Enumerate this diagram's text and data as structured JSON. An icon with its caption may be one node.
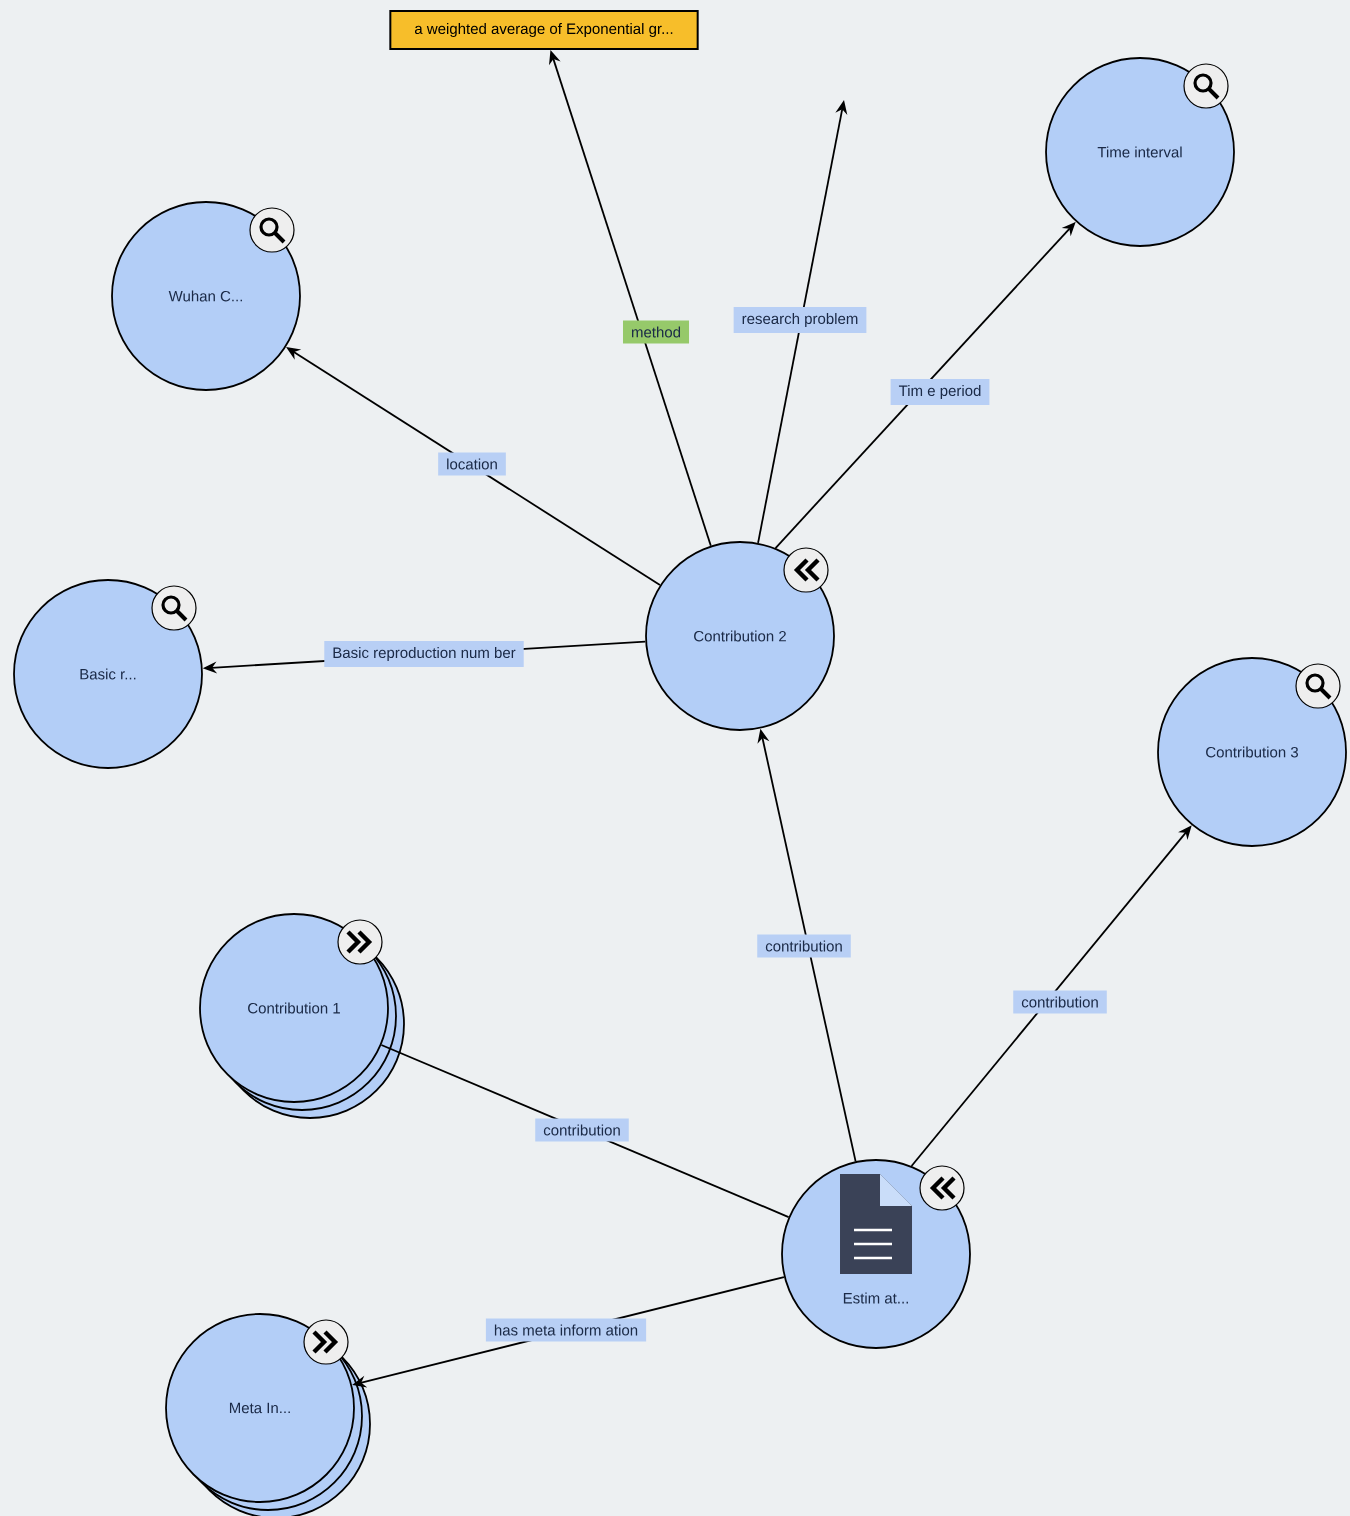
{
  "diagram": {
    "nodes": [
      {
        "text": [
          "a weighted average of Exponential gr..."
        ]
      },
      {
        "text": [
          "Wuhan C..."
        ]
      },
      {
        "text": [
          "Time interval"
        ]
      },
      {
        "text": [
          "Basic r..."
        ]
      },
      {
        "text": [
          "Contribution 2"
        ]
      },
      {
        "text": [
          "Contribution 3"
        ]
      },
      {
        "text": [
          "Contribution 1"
        ]
      },
      {
        "text": [
          "Estim at..."
        ]
      },
      {
        "text": [
          "Meta In..."
        ]
      }
    ],
    "edges": [
      {
        "from": 4,
        "to": 0,
        "arrow": "to",
        "label": "method"
      },
      {
        "from": 4,
        "to": null,
        "arrow": "to",
        "label": "research problem"
      },
      {
        "from": 4,
        "to": 2,
        "arrow": "to",
        "label": "Tim e period"
      },
      {
        "from": 4,
        "to": 1,
        "arrow": "to",
        "label": "location"
      },
      {
        "from": 4,
        "to": 3,
        "arrow": "to",
        "label": "Basic reproduction num ber"
      },
      {
        "from": 7,
        "to": 4,
        "arrow": "to",
        "label": "contribution"
      },
      {
        "from": 7,
        "to": 5,
        "arrow": "to",
        "label": "contribution"
      },
      {
        "from": 7,
        "to": 6,
        "arrow": "none",
        "label": "contribution"
      },
      {
        "from": 7,
        "to": 8,
        "arrow": "to",
        "label": "has meta inform ation"
      }
    ]
  }
}
